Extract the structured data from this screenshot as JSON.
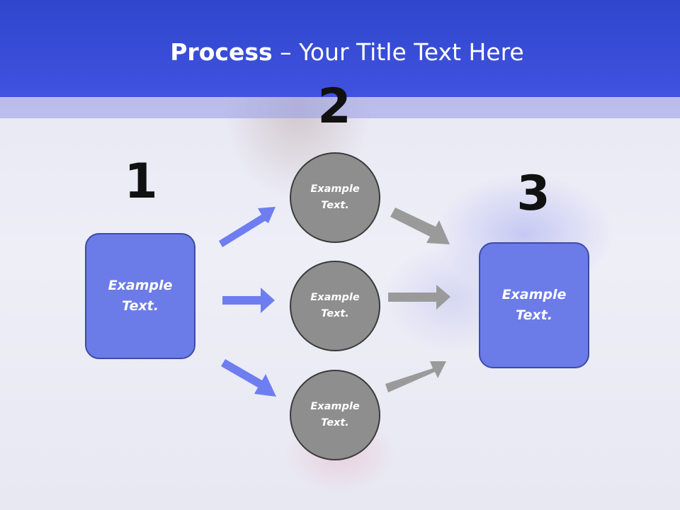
{
  "title": {
    "bold": "Process",
    "rest": " – Your Title Text Here"
  },
  "steps": [
    {
      "number": "1",
      "label": "Example\nText."
    },
    {
      "number": "2",
      "items": [
        "Example\nText.",
        "Example\nText.",
        "Example\nText."
      ]
    },
    {
      "number": "3",
      "label": "Example\nText."
    }
  ],
  "colors": {
    "header": "#3a4ed8",
    "box_fill": "#6b7be8",
    "circle_fill": "#8e8e8e",
    "arrow_blue": "#6e7ef0",
    "arrow_gray": "#9a9a9a"
  }
}
